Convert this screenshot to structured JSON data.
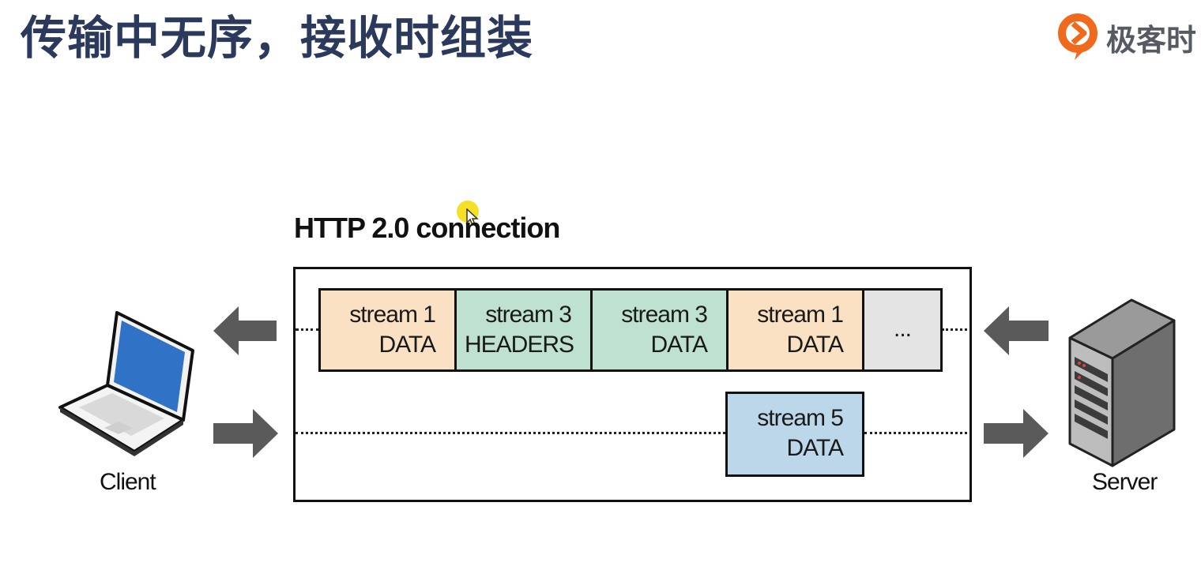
{
  "slide": {
    "title": "传输中无序，接收时组装"
  },
  "brand": {
    "name": "极客时",
    "logo_icon": "geektime-logo-icon",
    "logo_color": "#f06a1e"
  },
  "diagram": {
    "connection_title": "HTTP 2.0 connection",
    "client_label": "Client",
    "server_label": "Server",
    "top_row_frames": [
      {
        "line1": "stream 1",
        "line2": "DATA",
        "color": "#fbe1c4"
      },
      {
        "line1": "stream 3",
        "line2": "HEADERS",
        "color": "#bfe2d0"
      },
      {
        "line1": "stream 3",
        "line2": "DATA",
        "color": "#bfe2d0"
      },
      {
        "line1": "stream 1",
        "line2": "DATA",
        "color": "#fbe1c4"
      },
      {
        "line1": "...",
        "line2": "",
        "color": "#e4e4e4"
      }
    ],
    "bottom_row_frame": {
      "line1": "stream 5",
      "line2": "DATA",
      "color": "#bcd7ea"
    },
    "arrows": {
      "top_row_direction": "server-to-client",
      "bottom_row_direction": "client-to-server",
      "color": "#5a5a5a"
    },
    "icons": [
      "laptop-icon",
      "server-icon"
    ]
  }
}
